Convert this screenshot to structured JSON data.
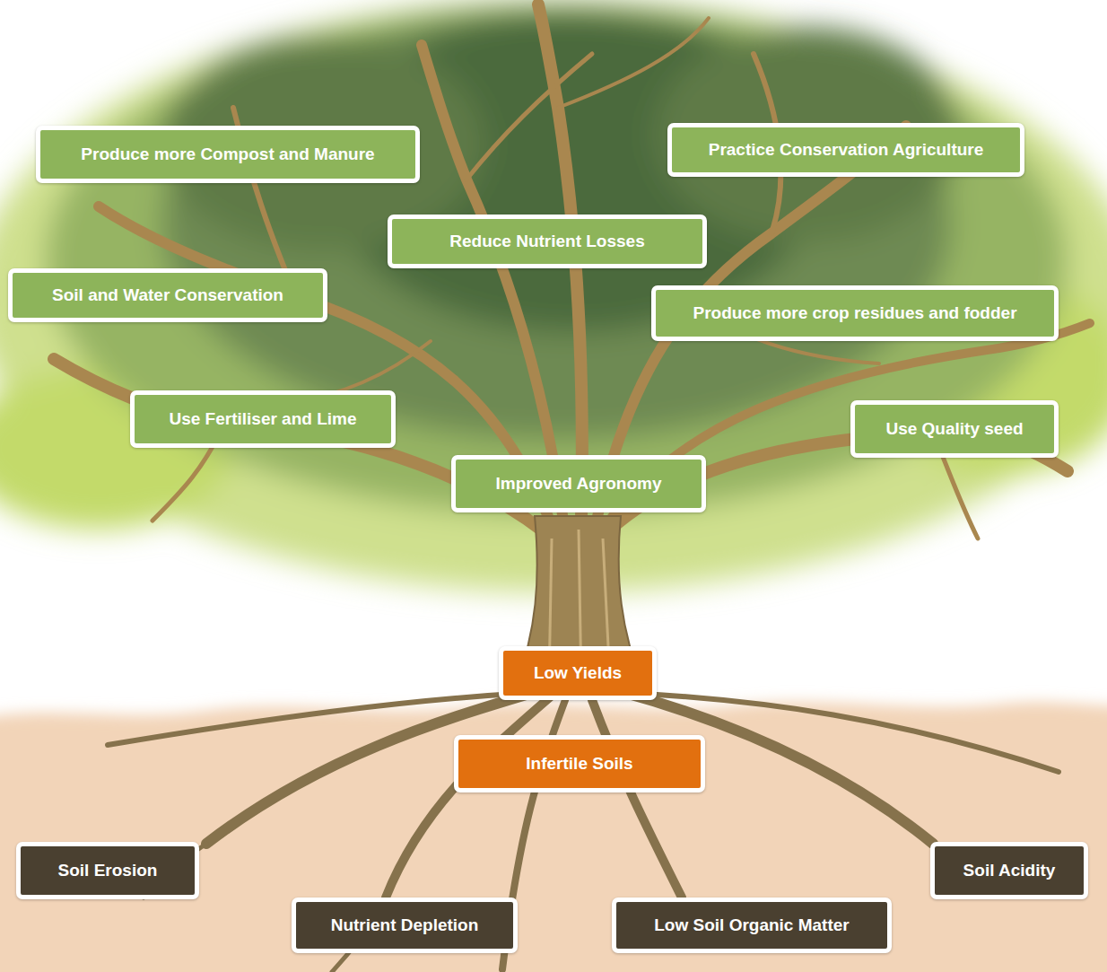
{
  "diagram": {
    "nodes": [
      {
        "text": [
          "Produce more Compost and Manure"
        ]
      },
      {
        "text": [
          "Practice Conservation Agriculture"
        ]
      },
      {
        "text": [
          "Reduce Nutrient Losses"
        ]
      },
      {
        "text": [
          "Soil and Water Conservation"
        ]
      },
      {
        "text": [
          "Produce more crop residues and fodder"
        ]
      },
      {
        "text": [
          "Use Fertiliser and Lime"
        ]
      },
      {
        "text": [
          "Use Quality seed"
        ]
      },
      {
        "text": [
          "Improved Agronomy"
        ]
      },
      {
        "text": [
          "Low Yields"
        ]
      },
      {
        "text": [
          "Infertile Soils"
        ]
      },
      {
        "text": [
          "Soil Erosion"
        ]
      },
      {
        "text": [
          "Soil Acidity"
        ]
      },
      {
        "text": [
          "Nutrient Depletion"
        ]
      },
      {
        "text": [
          "Low Soil Organic Matter"
        ]
      }
    ]
  }
}
